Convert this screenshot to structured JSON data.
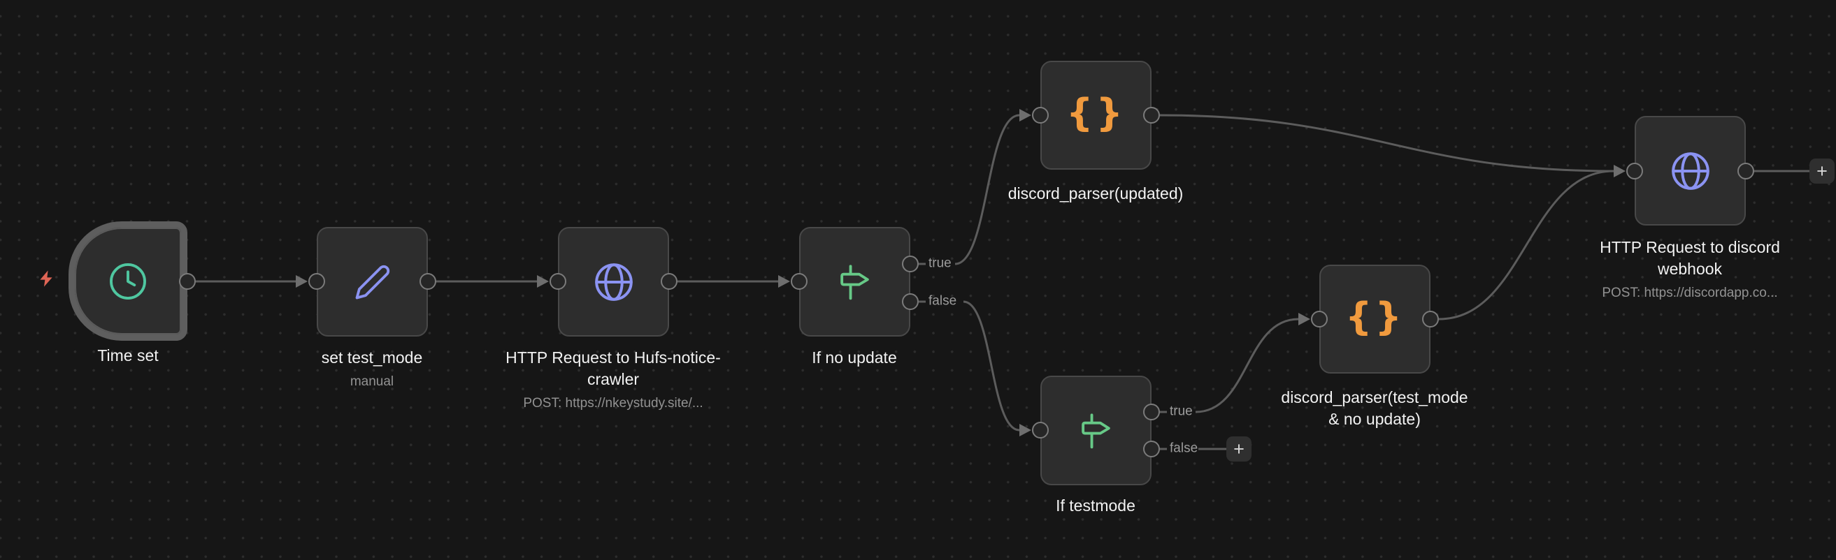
{
  "canvas": {
    "background_color": "#161616",
    "grid_dot_color": "#2d2d2d"
  },
  "colors": {
    "node_fill": "#2d2d2d",
    "node_border": "#484848",
    "trigger_border": "#5e5e5e",
    "edge": "#5c5c5c",
    "port_ring": "#7b7b7b",
    "label_text": "#f2f2f2",
    "subtitle_text": "#929292",
    "port_label_text": "#9c9c9c",
    "lightning": "#df6555",
    "clock_icon": "#4fc7a0",
    "pencil_icon": "#8b93f2",
    "globe_icon": "#8b93f2",
    "signpost_icon": "#67c987",
    "braces_icon": "#f09a3e"
  },
  "icons": {
    "plus": "+",
    "braces": "{}"
  },
  "workflow": {
    "nodes": [
      {
        "name": "Time set",
        "type": "schedule-trigger",
        "icon": "clock-icon",
        "icon_color": "#4fc7a0"
      },
      {
        "name": "set test_mode",
        "subtitle": "manual",
        "icon": "pencil-icon",
        "icon_color": "#8b93f2"
      },
      {
        "name": "HTTP Request to Hufs-notice-crawler",
        "subtitle": "POST: https://nkeystudy.site/...",
        "icon": "globe-icon",
        "icon_color": "#8b93f2"
      },
      {
        "name": "If no update",
        "icon": "signpost-icon",
        "icon_color": "#67c987",
        "outputs": [
          "true",
          "false"
        ]
      },
      {
        "name": "discord_parser(updated)",
        "icon": "braces-icon",
        "icon_color": "#f09a3e"
      },
      {
        "name": "If testmode",
        "icon": "signpost-icon",
        "icon_color": "#67c987",
        "outputs": [
          "true",
          "false"
        ]
      },
      {
        "name": "discord_parser(test_mode & no update)",
        "icon": "braces-icon",
        "icon_color": "#f09a3e"
      },
      {
        "name": "HTTP Request to discord webhook",
        "subtitle": "POST: https://discordapp.co...",
        "icon": "globe-icon",
        "icon_color": "#8b93f2"
      }
    ]
  }
}
